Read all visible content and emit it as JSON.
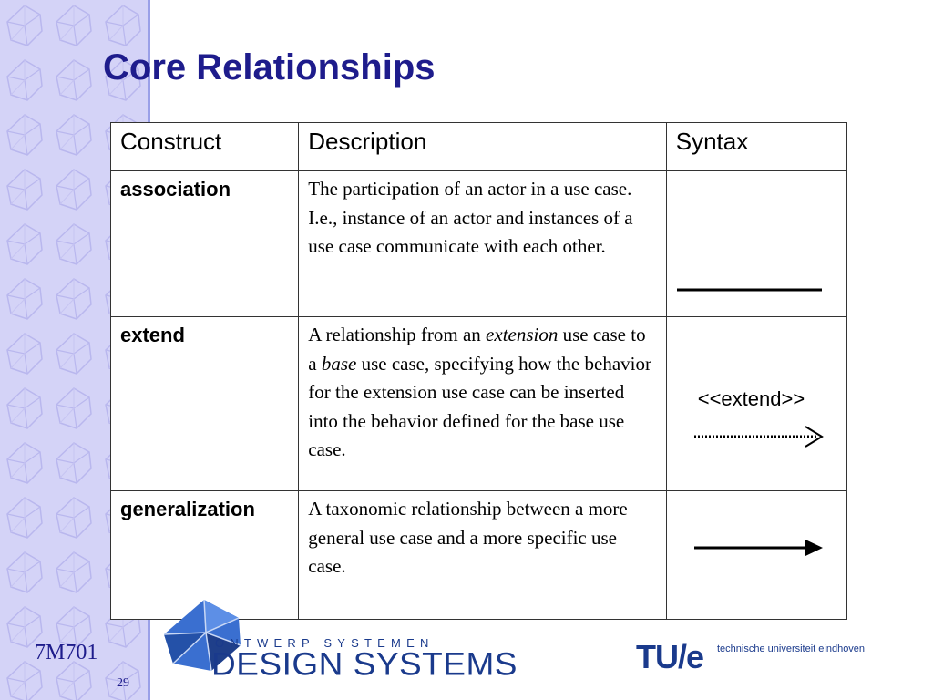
{
  "slide": {
    "title": "Core Relationships",
    "footer_code": "7M701",
    "page_number": "29"
  },
  "table": {
    "headers": [
      "Construct",
      "Description",
      "Syntax"
    ],
    "rows": [
      {
        "construct": "association",
        "description": "The participation of an actor in a use case. I.e., instance of an actor and instances of a use case communicate with each other.",
        "syntax_icon": "solid-line"
      },
      {
        "construct": "extend",
        "description_parts": [
          "A relationship from an ",
          "extension",
          " use case to a ",
          "base",
          " use case, specifying how the behavior for the extension use case can be inserted into the behavior defined for the base use case."
        ],
        "syntax_label": "<<extend>>",
        "syntax_icon": "dotted-arrow"
      },
      {
        "construct": "generalization",
        "description": "A taxonomic relationship between a more general use case and a more specific use case.",
        "syntax_icon": "solid-arrow-filled-head"
      }
    ]
  },
  "logos": {
    "design_systems_top": "ONTWERP SYSTEMEN",
    "design_systems_main": "DESIGN SYSTEMS",
    "tue_mark": "TU/e",
    "tue_text": "technische universiteit eindhoven"
  },
  "colors": {
    "title": "#1e1c8c",
    "side_strip": "#d4d3f7",
    "logo_blue": "#1a3a8c"
  }
}
